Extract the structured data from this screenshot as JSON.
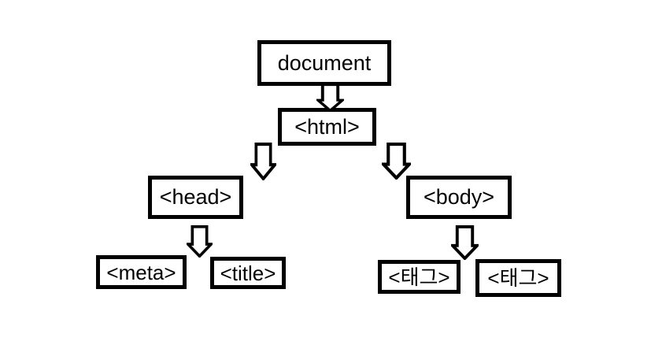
{
  "diagram": {
    "type": "tree",
    "description": "HTML DOM document tree structure",
    "colors": {
      "background": "#ffffff",
      "box_border": "#000000",
      "box_fill": "#ffffff",
      "text": "#000000",
      "arrow_outline": "#000000",
      "arrow_fill": "#ffffff"
    },
    "nodes": {
      "document": {
        "label": "document"
      },
      "html": {
        "label": "<html>"
      },
      "head": {
        "label": "<head>"
      },
      "body": {
        "label": "<body>"
      },
      "meta": {
        "label": "<meta>"
      },
      "title": {
        "label": "<title>"
      },
      "tag1": {
        "label": "<태그>"
      },
      "tag2": {
        "label": "<태그>"
      }
    },
    "edges": [
      {
        "from": "document",
        "to": [
          "html"
        ]
      },
      {
        "from": "html",
        "to": [
          "head"
        ]
      },
      {
        "from": "html",
        "to": [
          "body"
        ]
      },
      {
        "from": "head",
        "to": [
          "meta",
          "title"
        ]
      },
      {
        "from": "body",
        "to": [
          "tag1",
          "tag2"
        ]
      }
    ]
  }
}
